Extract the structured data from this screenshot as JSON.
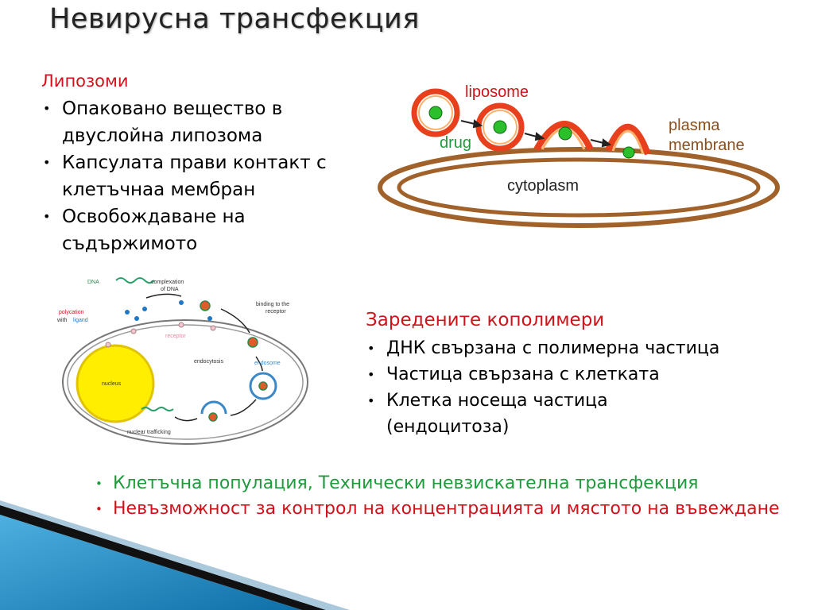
{
  "slide": {
    "title": "Невирусна трансфекция",
    "liposomes": {
      "heading": "Липозоми",
      "bullets": [
        "Опаковано вещество в двуслойна липозома",
        "Капсулата прави контакт с клетъчнаа мембран",
        "Освобождаване на съдържимото"
      ]
    },
    "copolymers": {
      "heading": "Заредените кополимери",
      "bullets": [
        "ДНК свързана с полимерна частица",
        "Частица свързана с клетката",
        "Клетка носеща частица (ендоцитоза)"
      ]
    },
    "footer": {
      "green_bullet": "Клетъчна популация, Технически невзискателна трансфекция",
      "red_bullet": "Невъзможност за контрол на концентрацията и мястото на въвеждане"
    },
    "bullet_glyph": "•"
  },
  "figure_liposome": {
    "liposome": "liposome",
    "drug": "drug",
    "plasma": "plasma",
    "membrane": "membrane",
    "cytoplasm": "cytoplasm"
  },
  "figure_polymer": {
    "dna": "DNA",
    "complexation_1": "complexation",
    "complexation_2": "of DNA",
    "polycation": "polycation",
    "with": "with",
    "ligand": "ligand",
    "binding_1": "binding to the",
    "binding_2": "receptor",
    "receptor": "receptor",
    "endocytosis": "endocytosis",
    "endosome": "endosome",
    "nucleus": "nucleus",
    "nuclear_trafficking": "nuclear trafficking"
  },
  "colors": {
    "accent_red": "#d0121b",
    "accent_green": "#1f9a3c",
    "membrane_brown": "#a0622a",
    "liposome_red": "#e8401c",
    "drug_green": "#2cbf2c",
    "nucleus_yellow": "#ffee00",
    "corner_blue": "#1e8ec8"
  }
}
